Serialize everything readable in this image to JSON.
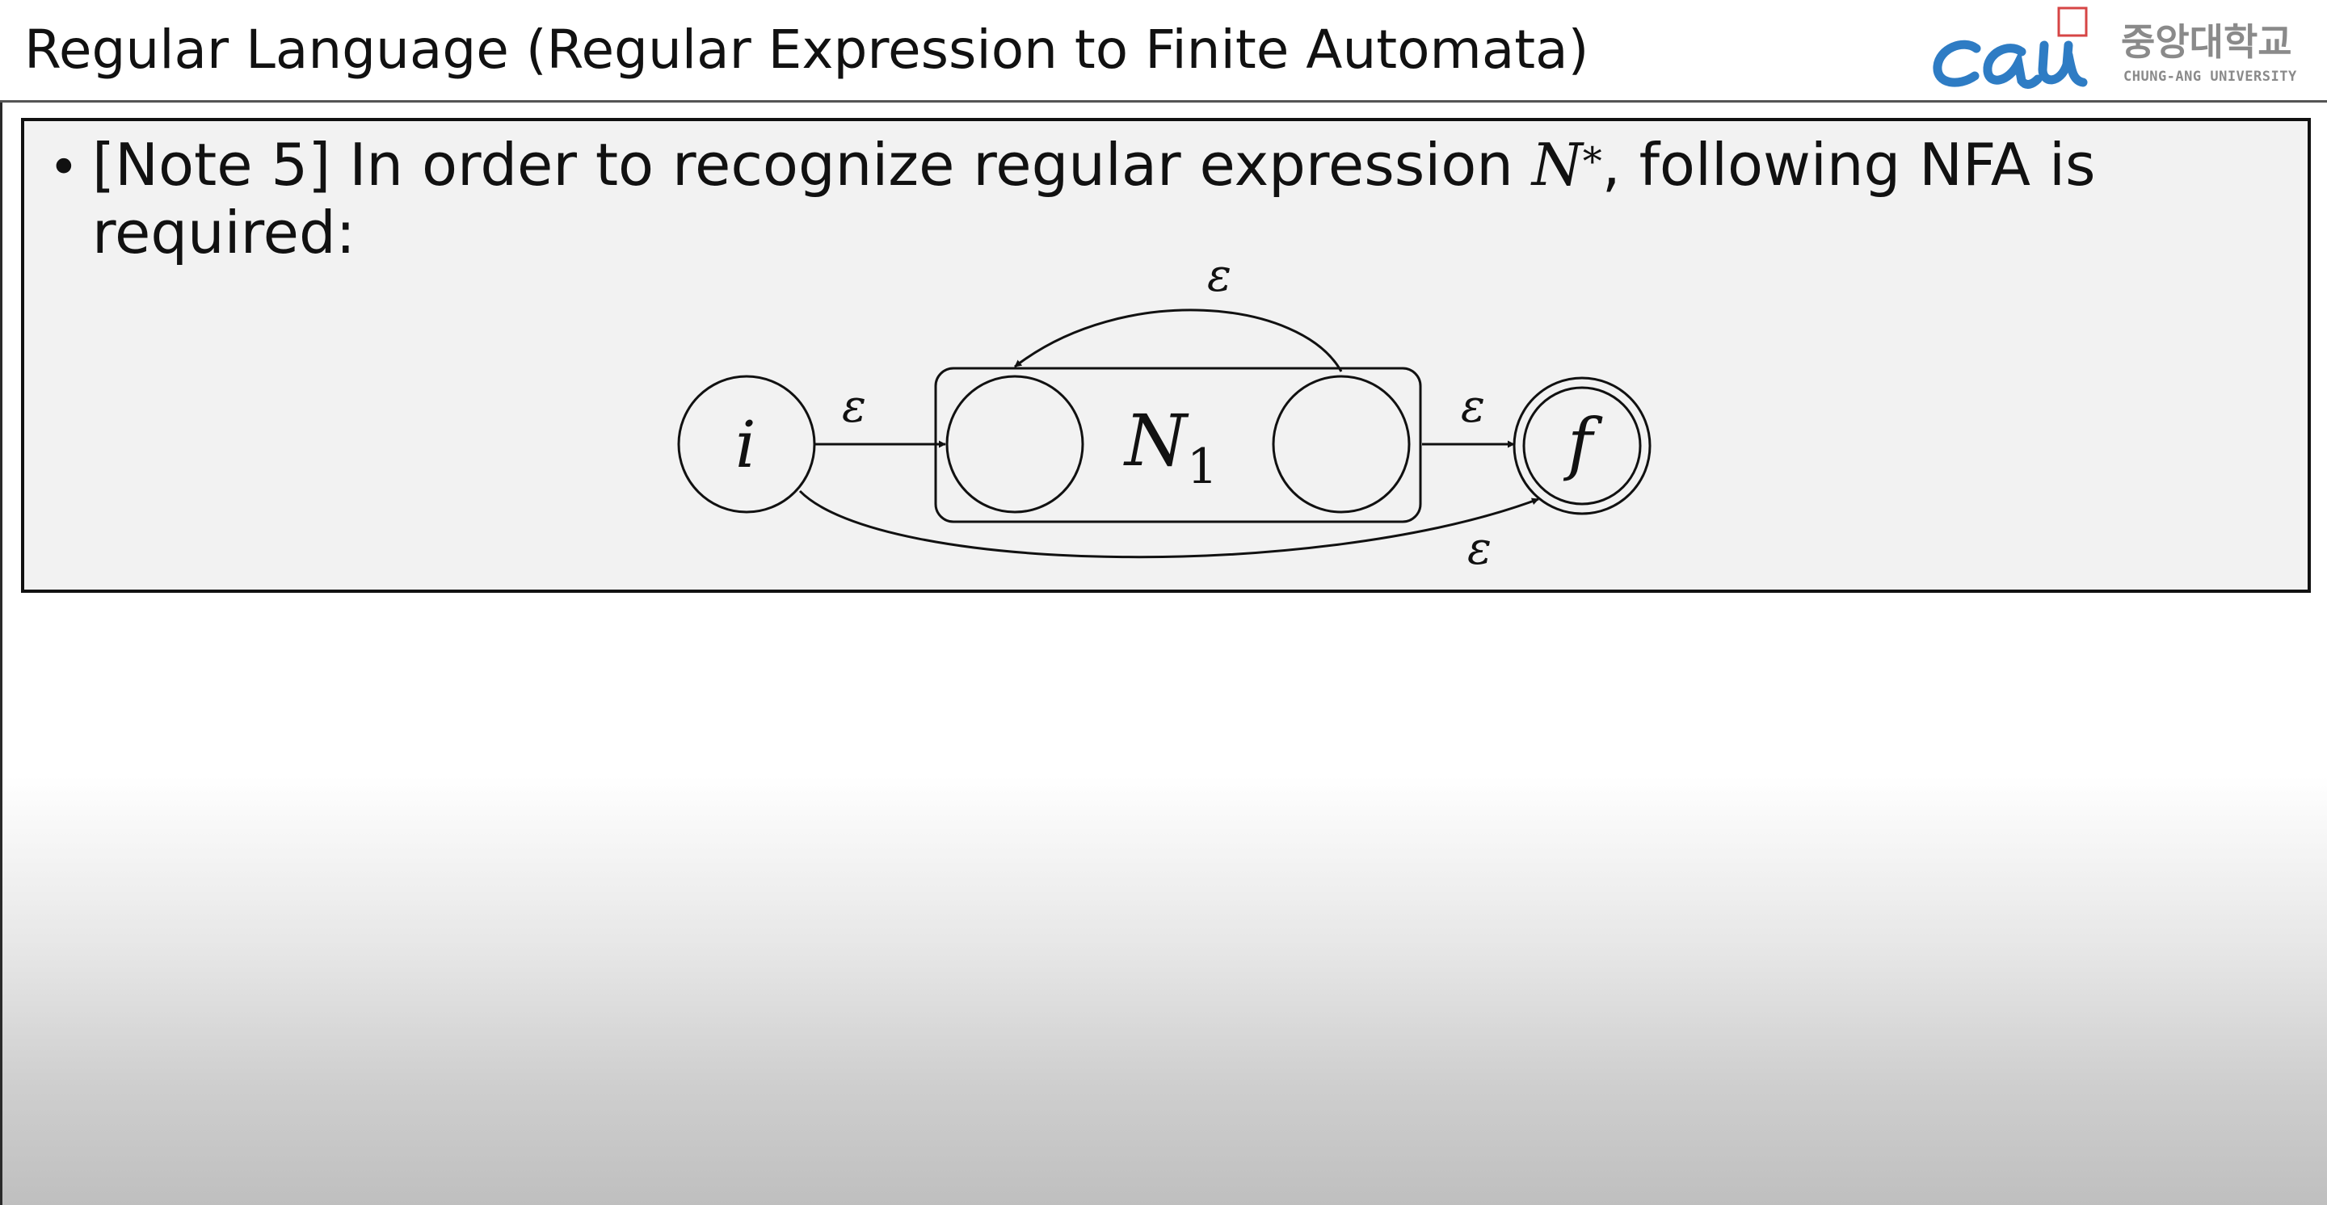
{
  "header": {
    "title": "Regular Language (Regular Expression to Finite Automata)",
    "logo": {
      "mark": "CAU",
      "korean_name": "중앙대학교",
      "english_name": "CHUNG-ANG UNIVERSITY",
      "brand_color": "#2e7cc4"
    }
  },
  "note": {
    "bullet": "•",
    "text_before": "[Note 5] In order to recognize regular expression ",
    "math_symbol": "N",
    "math_superscript": "*",
    "text_after": ", following NFA is required:"
  },
  "diagram": {
    "states": {
      "initial": "i",
      "final": "f"
    },
    "inner_automaton": {
      "name": "N",
      "subscript": "1"
    },
    "transitions": {
      "loop_back": "ε",
      "into_inner": "ε",
      "out_of_inner": "ε",
      "bypass": "ε"
    }
  }
}
